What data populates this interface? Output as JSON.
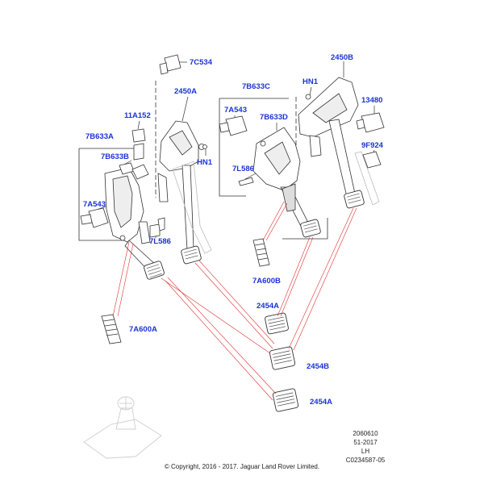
{
  "labels": {
    "l_7C534": "7C534",
    "l_2450B": "2450B",
    "l_HN1_top": "HN1",
    "l_2450A": "2450A",
    "l_7B633C": "7B633C",
    "l_13480": "13480",
    "l_7A543_right": "7A543",
    "l_11A152": "11A152",
    "l_7B633D": "7B633D",
    "l_7B633A": "7B633A",
    "l_9F924": "9F924",
    "l_HN1_mid": "HN1",
    "l_7B633B": "7B633B",
    "l_7L586_right": "7L586",
    "l_7A543_left": "7A543",
    "l_7L586_left": "7L586",
    "l_7A600B": "7A600B",
    "l_2454A_top": "2454A",
    "l_7A600A": "7A600A",
    "l_2454B": "2454B",
    "l_2454A_bottom": "2454A"
  },
  "meta": {
    "line1": "2060610",
    "line2": "51-2017",
    "line3": "LH",
    "line4": "C0234587-05"
  },
  "copyright": "© Copyright, 2016 - 2017. Jaguar Land Rover Limited.",
  "colors": {
    "label": "#1a33d6",
    "leader": "#e03030",
    "line": "#333333"
  }
}
